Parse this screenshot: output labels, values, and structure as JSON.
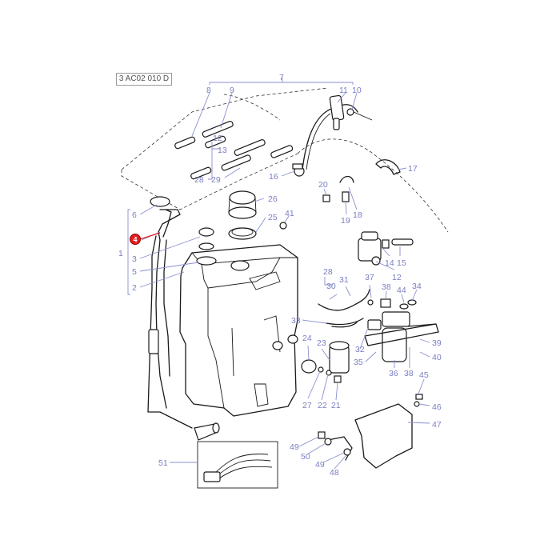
{
  "reference_code": "3 AC02 010 D",
  "highlight_color": "#e02020",
  "label_color": "#7a7fc2",
  "callouts": {
    "c1": "1",
    "c2": "2",
    "c3": "3",
    "c4": "4",
    "c5": "5",
    "c6": "6",
    "c7": "7",
    "c8": "8",
    "c9": "9",
    "c10": "10",
    "c11": "11",
    "c12a": "12",
    "c12b": "12",
    "c13": "13",
    "c14": "14",
    "c15": "15",
    "c16": "16",
    "c17": "17",
    "c18": "18",
    "c19": "19",
    "c20": "20",
    "c21": "21",
    "c22": "22",
    "c23": "23",
    "c24": "24",
    "c25": "25",
    "c26": "26",
    "c27": "27",
    "c28a": "28",
    "c28b": "28",
    "c29": "29",
    "c30": "30",
    "c31": "31",
    "c32": "32",
    "c33": "33",
    "c34": "34",
    "c35": "35",
    "c36": "36",
    "c37": "37",
    "c38a": "38",
    "c38b": "38",
    "c39": "39",
    "c40": "40",
    "c41": "41",
    "c44": "44",
    "c45": "45",
    "c46": "46",
    "c47": "47",
    "c48": "48",
    "c49a": "49",
    "c49b": "49",
    "c50": "50",
    "c51": "51"
  }
}
